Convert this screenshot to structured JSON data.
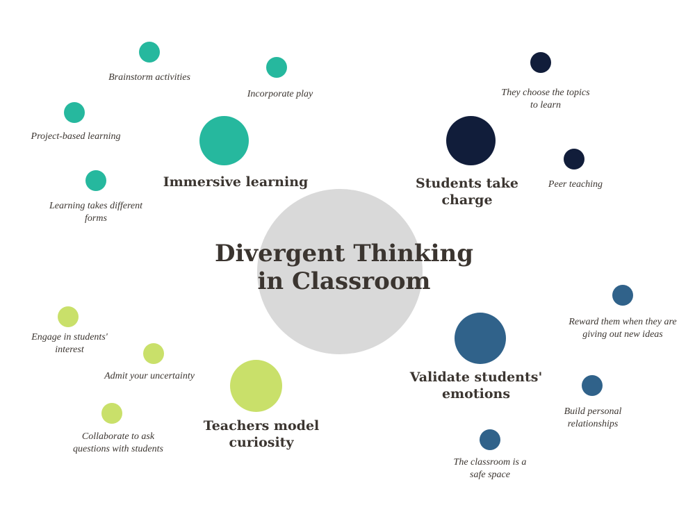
{
  "title": {
    "line1": "Divergent Thinking",
    "line2": "in Classroom"
  },
  "colors": {
    "center": "#d9d9d9",
    "teal": "#26b89e",
    "navy": "#111d3a",
    "blue": "#30628a",
    "lime": "#c9e06a",
    "text": "#3b3530"
  },
  "branches": {
    "immersive": {
      "label": "Immersive learning",
      "leaves": [
        {
          "label": "Brainstorm activities"
        },
        {
          "label": "Incorporate play"
        },
        {
          "label": "Project-based learning"
        },
        {
          "label_l1": "Learning takes different",
          "label_l2": "forms"
        }
      ]
    },
    "students": {
      "label_l1": "Students take",
      "label_l2": "charge",
      "leaves": [
        {
          "label_l1": "They choose the topics",
          "label_l2": "to learn"
        },
        {
          "label": "Peer teaching"
        }
      ]
    },
    "teachers": {
      "label_l1": "Teachers model",
      "label_l2": "curiosity",
      "leaves": [
        {
          "label_l1": "Engage in students'",
          "label_l2": "interest"
        },
        {
          "label": "Admit your uncertainty"
        },
        {
          "label_l1": "Collaborate to ask",
          "label_l2": "questions with students"
        }
      ]
    },
    "validate": {
      "label_l1": "Validate students'",
      "label_l2": "emotions",
      "leaves": [
        {
          "label_l1": "Reward them when they are",
          "label_l2": "giving out new ideas"
        },
        {
          "label_l1": "Build personal",
          "label_l2": "relationships"
        },
        {
          "label_l1": "The classroom is a",
          "label_l2": "safe space"
        }
      ]
    }
  }
}
